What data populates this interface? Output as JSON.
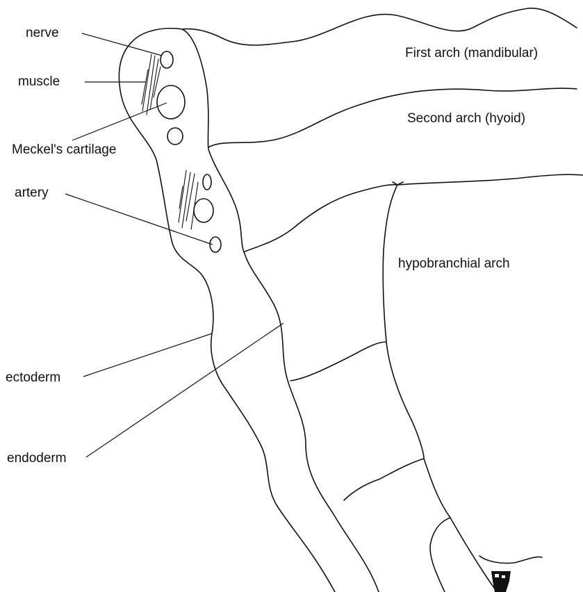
{
  "labels": {
    "nerve": "nerve",
    "muscle": "muscle",
    "meckels_cartilage": "Meckel's cartilage",
    "artery": "artery",
    "ectoderm": "ectoderm",
    "endoderm": "endoderm",
    "first_arch": "First arch (mandibular)",
    "second_arch": "Second arch (hyoid)",
    "hypobranchial_arch": "hypobranchial arch"
  }
}
